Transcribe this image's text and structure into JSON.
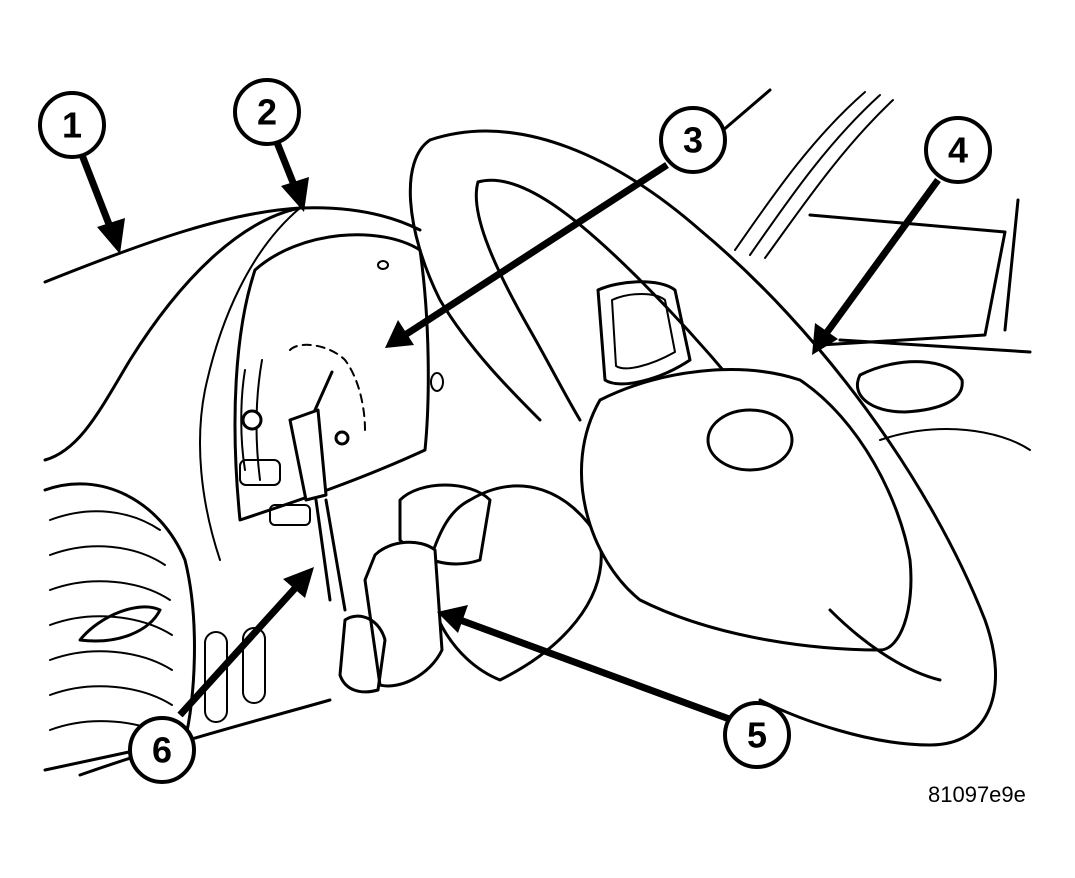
{
  "callouts": [
    {
      "id": "1",
      "label": "1"
    },
    {
      "id": "2",
      "label": "2"
    },
    {
      "id": "3",
      "label": "3"
    },
    {
      "id": "4",
      "label": "4"
    },
    {
      "id": "5",
      "label": "5"
    },
    {
      "id": "6",
      "label": "6"
    }
  ],
  "figure_code": "81097e9e"
}
